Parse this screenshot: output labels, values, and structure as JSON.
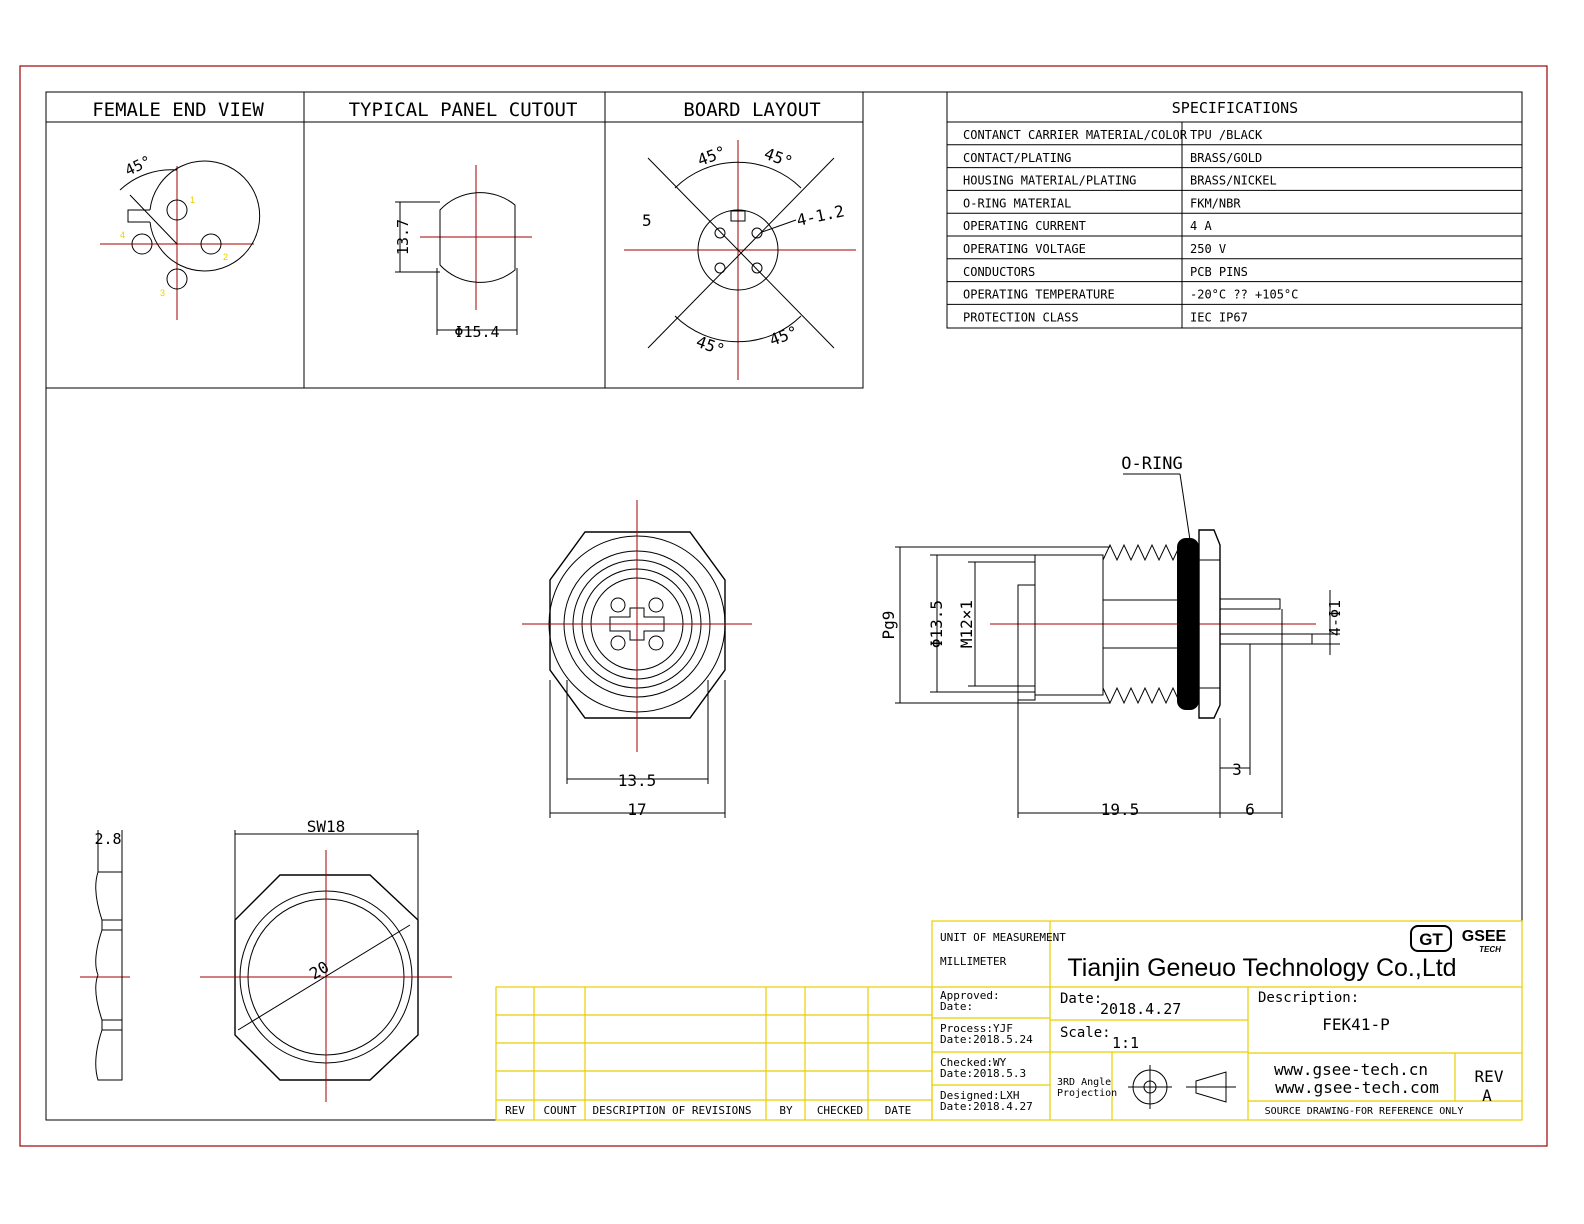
{
  "views": {
    "female_end_view": "FEMALE END VIEW",
    "panel_cutout": "TYPICAL PANEL CUTOUT",
    "board_layout": "BOARD  LAYOUT"
  },
  "female_end": {
    "angle": "45°",
    "pins": [
      "1",
      "2",
      "3",
      "4"
    ]
  },
  "cutout": {
    "height": "13.7",
    "diameter": "Φ15.4"
  },
  "board": {
    "angle_tl": "45°",
    "angle_tr": "45°",
    "angle_bl": "45°",
    "angle_br": "45°",
    "holes": "4-1.2",
    "center": "5"
  },
  "specs": {
    "title": "SPECIFICATIONS",
    "rows": [
      {
        "label": "CONTANCT CARRIER MATERIAL/COLOR",
        "value": "TPU /BLACK"
      },
      {
        "label": "CONTACT/PLATING",
        "value": "BRASS/GOLD"
      },
      {
        "label": "HOUSING MATERIAL/PLATING",
        "value": "BRASS/NICKEL"
      },
      {
        "label": "O-RING MATERIAL",
        "value": "FKM/NBR"
      },
      {
        "label": "OPERATING CURRENT",
        "value": "4 A"
      },
      {
        "label": "OPERATING VOLTAGE",
        "value": "250 V"
      },
      {
        "label": "CONDUCTORS",
        "value": "PCB PINS"
      },
      {
        "label": "OPERATING TEMPERATURE",
        "value": "-20°C ?? +105°C"
      },
      {
        "label": "PROTECTION CLASS",
        "value": "IEC  IP67"
      }
    ]
  },
  "front": {
    "inner": "13.5",
    "outer": "17"
  },
  "side": {
    "oring": "O-RING",
    "pg": "Pg9",
    "d135": "Φ13.5",
    "m12": "M12×1",
    "pins": "4-Φ1",
    "len": "19.5",
    "pin_len": "6",
    "pitch": "3"
  },
  "nut": {
    "thickness": "2.8",
    "sw": "SW18",
    "dia": "20"
  },
  "revisions": {
    "headers": [
      "REV",
      "COUNT",
      "DESCRIPTION  OF  REVISIONS",
      "BY",
      "CHECKED",
      "DATE"
    ]
  },
  "title_block": {
    "unit_label": "UNIT OF MEASUREMENT",
    "unit_value": "MILLIMETER",
    "company": "Tianjin Geneuo Technology Co.,Ltd",
    "logo_gt": "GT",
    "logo_gsee": "GSEE",
    "logo_tech": "TECH",
    "approved": "Approved:",
    "approved_date": "Date:",
    "process": "Process:YJF",
    "process_date": "Date:2018.5.24",
    "checked": "Checked:WY",
    "checked_date": "Date:2018.5.3",
    "designed": "Designed:LXH",
    "designed_date": "Date:2018.4.27",
    "date_label": "Date:",
    "date_value": "2018.4.27",
    "scale_label": "Scale:",
    "scale_value": "1:1",
    "desc_label": "Description:",
    "desc_value": "FEK41-P",
    "projection_1": "3RD Angle",
    "projection_2": "Projection",
    "web1": "www.gsee-tech.cn",
    "web2": "www.gsee-tech.com",
    "rev_label": "REV",
    "rev_value": "A",
    "source_note": "SOURCE DRAWING-FOR REFERENCE ONLY"
  },
  "colors": {
    "frame": "#a00000",
    "centerline": "#a00000",
    "titleblock": "#e8d000"
  }
}
